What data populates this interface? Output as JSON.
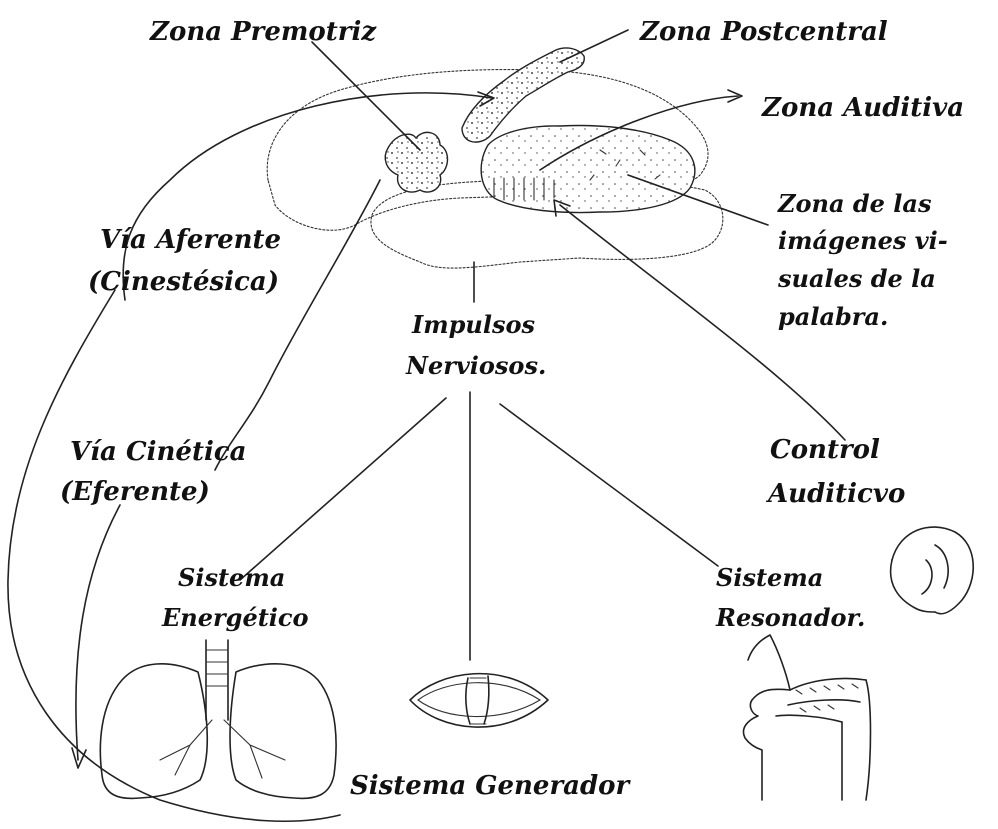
{
  "labels": {
    "zona_premotriz": "Zona Premotriz",
    "zona_postcentral": "Zona Postcentral",
    "zona_auditiva": "Zona Auditiva",
    "zona_imagenes_1": "Zona de las",
    "zona_imagenes_2": "imágenes vi-",
    "zona_imagenes_3": "suales de la",
    "zona_imagenes_4": "palabra.",
    "via_aferente_1": "Vía  Aferente",
    "via_aferente_2": "(Cinestésica)",
    "impulsos_1": "Impulsos",
    "impulsos_2": "Nerviosos.",
    "via_cinetica_1": "Vía Cinética",
    "via_cinetica_2": "(Eferente)",
    "control_1": "Control",
    "control_2": "Auditicvo",
    "sistema_energetico_1": "Sistema",
    "sistema_energetico_2": "Energético",
    "sistema_resonador_1": "Sistema",
    "sistema_resonador_2": "Resonador.",
    "sistema_generador": "Sistema Generador"
  },
  "icons": [
    "brain-icon",
    "lungs-icon",
    "vocal-cords-icon",
    "ear-icon",
    "head-profile-icon"
  ]
}
